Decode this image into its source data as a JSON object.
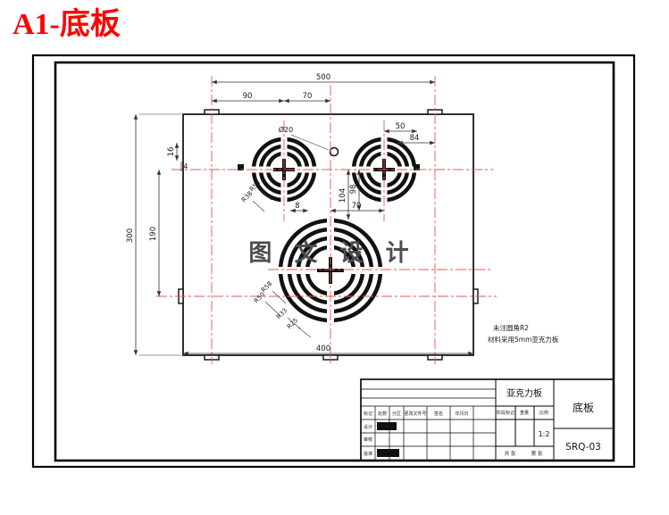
{
  "header": {
    "title": "A1-底板"
  },
  "colors": {
    "title_red": "#ff0000",
    "centerline_red": "#ee5555"
  },
  "watermark": {
    "text": "图 文 设 计"
  },
  "notes": {
    "line1": "未注圆角R2",
    "line2": "材料采用5mm亚克力板"
  },
  "dims": {
    "w500": "500",
    "w90": "90",
    "w70": "70",
    "w50": "50",
    "w84": "84",
    "dia20": "Ø20",
    "h16": "16",
    "h4": "4",
    "h300": "300",
    "h190": "190",
    "v104": "104",
    "v98": "98",
    "s8": "8",
    "s70": "70",
    "w400": "400",
    "rl1": "R50",
    "rl2": "R38",
    "rb1": "R58",
    "rb2": "R50",
    "rb3": "R33",
    "rb4": "R25"
  },
  "title_block": {
    "material": "亚克力板",
    "part": "底板",
    "scale": "1:2",
    "code": "SRQ-03",
    "stage": "阶段标记",
    "weight": "重量",
    "ratio": "比例",
    "sheet_total": "共 张",
    "sheet_no": "第 张",
    "h_mark": "标记",
    "h_count": "处数",
    "h_zone": "分区",
    "h_doc": "更改文件号",
    "h_sign": "签名",
    "h_date": "年月日",
    "row_design": "设计",
    "row_check": "审核",
    "row_approve": "批准"
  }
}
